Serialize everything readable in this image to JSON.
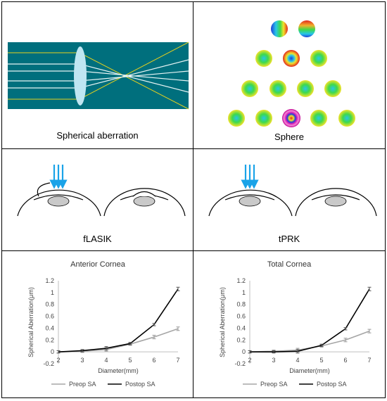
{
  "figure": {
    "captions": {
      "spherical": "Spherical aberration",
      "sphere": "Sphere",
      "flasik": "fLASIK",
      "tprk": "tPRK"
    }
  },
  "chart_data": [
    {
      "type": "line",
      "title": "Anterior Cornea",
      "xlabel": "Diameter(mm)",
      "ylabel": "Spherical Aberration(μm)",
      "x": [
        2,
        3,
        4,
        5,
        6,
        7
      ],
      "xticks": [
        "2",
        "3",
        "4",
        "5",
        "6",
        "7"
      ],
      "yticks": [
        "-0.2",
        "0",
        "0.2",
        "0.4",
        "0.6",
        "0.8",
        "1",
        "1.2"
      ],
      "ylim": [
        -0.2,
        1.2
      ],
      "grid": false,
      "legend": "bottom",
      "series": [
        {
          "name": "Preop SA",
          "color": "#a6a6a6",
          "values": [
            0.0,
            0.01,
            0.04,
            0.13,
            0.25,
            0.39
          ],
          "err": [
            0.02,
            0.02,
            0.03,
            0.02,
            0.03,
            0.03
          ]
        },
        {
          "name": "Postop SA",
          "color": "#000000",
          "values": [
            0.0,
            0.02,
            0.06,
            0.14,
            0.46,
            1.06
          ],
          "err": [
            0.02,
            0.02,
            0.03,
            0.02,
            0.02,
            0.03
          ]
        }
      ]
    },
    {
      "type": "line",
      "title": "Total Cornea",
      "xlabel": "Diameter(mm)",
      "ylabel": "Spherical Aberration(μm)",
      "x": [
        2,
        3,
        4,
        5,
        6,
        7
      ],
      "xticks": [
        "2",
        "3",
        "4",
        "5",
        "6",
        "7"
      ],
      "yticks": [
        "-0.2",
        "0",
        "0.2",
        "0.4",
        "0.6",
        "0.8",
        "1",
        "1.2"
      ],
      "ylim": [
        -0.2,
        1.2
      ],
      "grid": false,
      "legend": "bottom",
      "series": [
        {
          "name": "Preop SA",
          "color": "#a6a6a6",
          "values": [
            0.0,
            0.01,
            0.03,
            0.1,
            0.2,
            0.35
          ],
          "err": [
            0.02,
            0.02,
            0.03,
            0.02,
            0.03,
            0.03
          ]
        },
        {
          "name": "Postop SA",
          "color": "#000000",
          "values": [
            0.0,
            0.0,
            0.01,
            0.11,
            0.39,
            1.06
          ],
          "err": [
            0.02,
            0.02,
            0.03,
            0.02,
            0.02,
            0.03
          ]
        }
      ]
    }
  ]
}
